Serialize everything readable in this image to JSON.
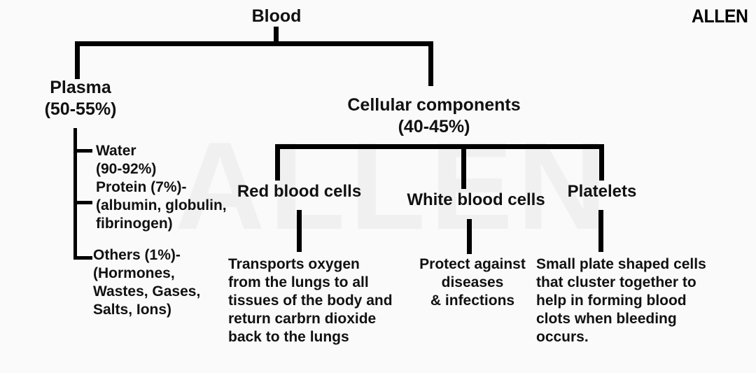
{
  "brand": {
    "name": "ALLEN",
    "watermark": "ALLEN"
  },
  "diagram": {
    "title": "Blood",
    "root": {
      "label": "Blood"
    },
    "branches": {
      "plasma": {
        "label": "Plasma\n(50-55%)",
        "name": "Plasma",
        "percent": "(50-55%)",
        "items": [
          {
            "label": "Water\n(90-92%)",
            "name": "Water",
            "percent": "(90-92%)"
          },
          {
            "label": "Protein (7%)-\n(albumin, globulin,\nfibrinogen)",
            "name": "Protein",
            "percent": "(7%)",
            "detail": "(albumin, globulin, fibrinogen)"
          },
          {
            "label": "Others (1%)-\n (Hormones,\nWastes, Gases,\nSalts, Ions)",
            "name": "Others",
            "percent": "(1%)",
            "detail": "(Hormones, Wastes, Gases, Salts, Ions)"
          }
        ]
      },
      "cellular": {
        "label": "Cellular components\n(40-45%)",
        "name": "Cellular components",
        "percent": "(40-45%)",
        "items": [
          {
            "label": "Red blood cells",
            "description": "Transports oxygen\nfrom the lungs to all\ntissues of the body and\nreturn carbrn dioxide\nback to the lungs"
          },
          {
            "label": "White blood cells",
            "description": "Protect against\ndiseases\n& infections"
          },
          {
            "label": "Platelets",
            "description": "Small plate shaped cells\nthat cluster together to\nhelp in forming blood\nclots when bleeding\noccurs."
          }
        ]
      }
    }
  },
  "colors": {
    "background": "#fafafa",
    "line": "#000000",
    "text": "#111111",
    "watermark": "#f0f0f0"
  }
}
